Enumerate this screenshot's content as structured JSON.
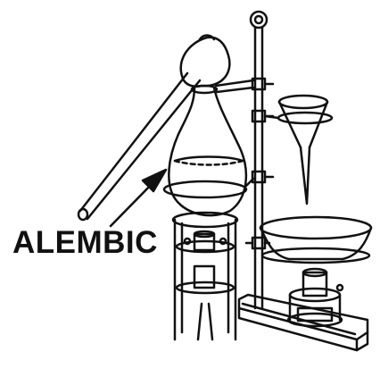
{
  "diagram": {
    "label": "ALEMBIC",
    "ink_color": "#111111",
    "background": "#ffffff",
    "parts": [
      "alembic-flask",
      "beak-tube",
      "support-stand",
      "ring-clamp",
      "funnel",
      "evaporating-dish",
      "lamp-burner",
      "burner-tripod",
      "base-plate",
      "pointer-arrow"
    ]
  }
}
